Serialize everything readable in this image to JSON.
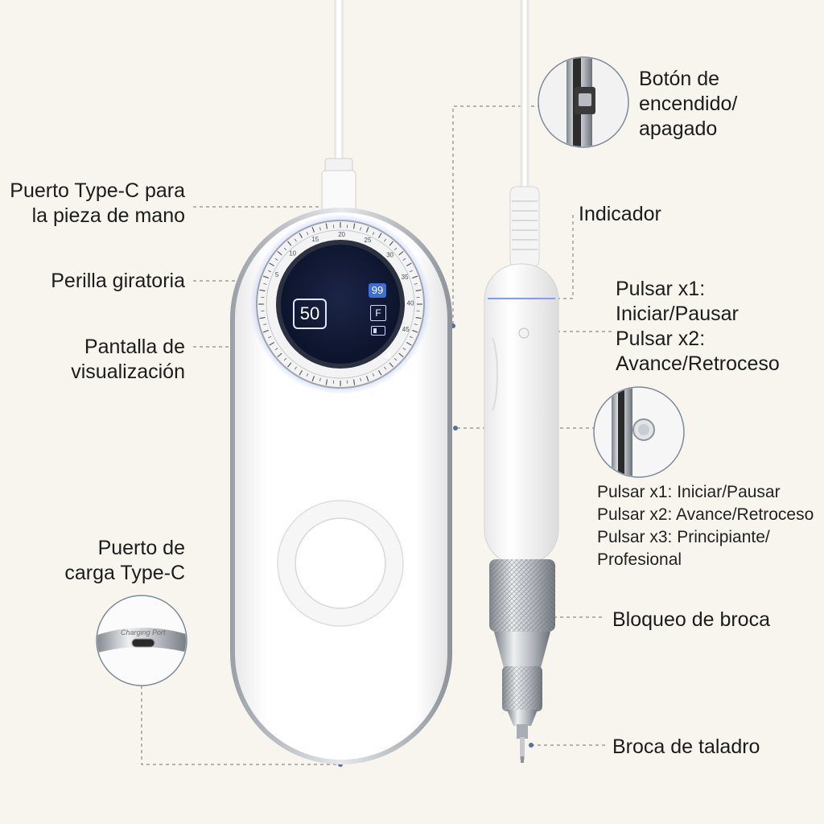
{
  "labels": {
    "type_c_handpiece_port": [
      "Puerto Type-C para",
      "la pieza de mano"
    ],
    "rotary_knob": [
      "Perilla giratoria"
    ],
    "display_screen": [
      "Pantalla de",
      "visualización"
    ],
    "charging_port": [
      "Puerto de",
      "carga Type-C"
    ],
    "power_button": [
      "Botón de",
      "encendido/",
      "apagado"
    ],
    "indicator": [
      "Indicador"
    ],
    "indicator_press": [
      "Pulsar x1:",
      "Iniciar/Pausar",
      "Pulsar x2:",
      "Avance/Retroceso"
    ],
    "handpiece_button": [
      "Pulsar x1: Iniciar/Pausar",
      "Pulsar x2: Avance/Retroceso",
      "Pulsar x3: Principiante/",
      "Profesional"
    ],
    "bit_lock": [
      "Bloqueo de broca"
    ],
    "drill_bit": [
      "Broca de taladro"
    ]
  },
  "display": {
    "speed": "50",
    "level": "99",
    "direction": "F"
  },
  "dial_ticks": [
    "5",
    "10",
    "15",
    "20",
    "25",
    "30",
    "35",
    "40",
    "45"
  ],
  "port_engraving": "Charging Port",
  "colors": {
    "background": "#f7f5ee",
    "body": "#ffffff",
    "screen": "#0f1732",
    "glow": "#6f8dff",
    "leader": "#8a8a8a",
    "metal": "#b8bcc2"
  }
}
